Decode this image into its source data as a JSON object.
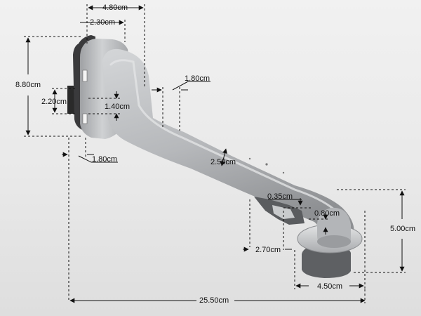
{
  "dimensions": {
    "top_width": "4.80cm",
    "top_inner_width": "2.30cm",
    "head_height": "8.80cm",
    "clip_height": "2.20cm",
    "inner_gap": "1.40cm",
    "arm_offset": "1.80cm",
    "left_offset": "1.80cm",
    "arm_diameter": "2.50cm",
    "lip_depth": "0.35cm",
    "outlet_depth": "0.80cm",
    "clip_length": "2.70cm",
    "base_height": "5.00cm",
    "base_width": "4.50cm",
    "total_length": "25.50cm"
  },
  "colors": {
    "body": "#b7b9bc",
    "body_light": "#d0d2d4",
    "body_dark": "#8f9194",
    "clip": "#2b2b2b",
    "dimension_line": "#111111"
  }
}
